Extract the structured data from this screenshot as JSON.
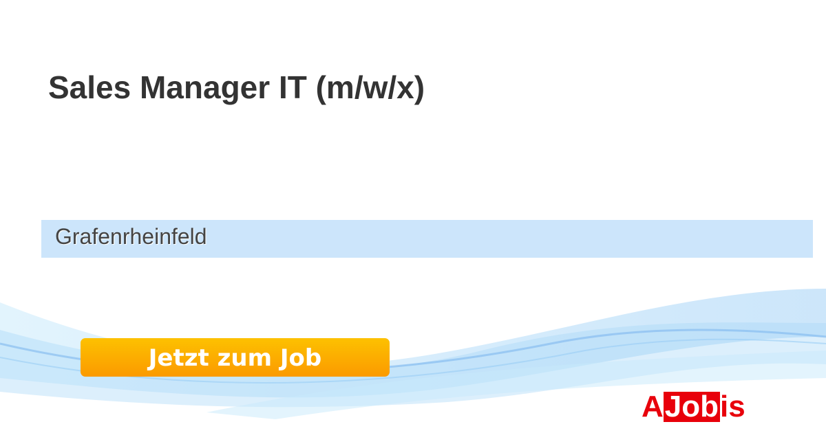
{
  "job": {
    "title": "Sales Manager IT (m/w/x)",
    "location": "Grafenrheinfeld"
  },
  "cta": {
    "label": "Jetzt zum Job"
  },
  "logo": {
    "part1": "A",
    "part2": "Job",
    "part3": "is"
  },
  "colors": {
    "accent": "#fb9a00",
    "brand": "#e8000b",
    "location_bg": "#cce5fb"
  }
}
